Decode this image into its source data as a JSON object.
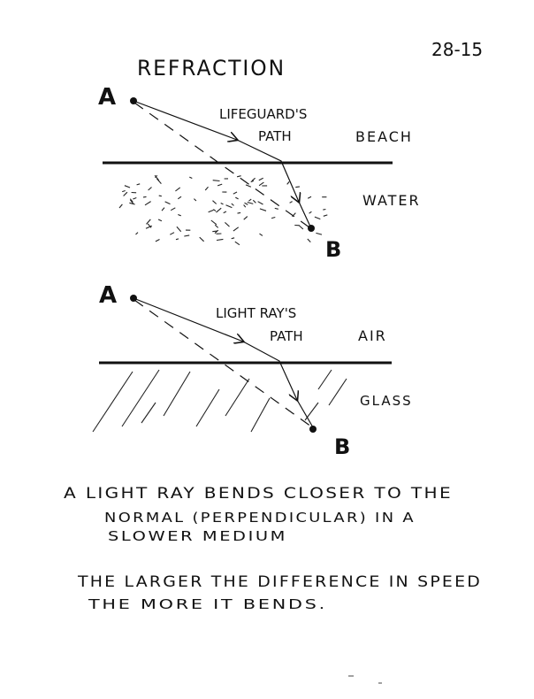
{
  "page_number": "28-15",
  "title": "REFRACTION",
  "diagram1": {
    "point_a": "A",
    "point_b": "B",
    "path_label_line1": "LIFEGUARD'S",
    "path_label_line2": "PATH",
    "upper_medium": "BEACH",
    "lower_medium": "WATER"
  },
  "diagram2": {
    "point_a": "A",
    "point_b": "B",
    "path_label_line1": "LIGHT RAY'S",
    "path_label_line2": "PATH",
    "upper_medium": "AIR",
    "lower_medium": "GLASS"
  },
  "notes": {
    "line1": "A LIGHT RAY  BENDS  CLOSER  TO THE",
    "line2": "NORMAL (PERPENDICULAR)  IN  A",
    "line3": "SLOWER  MEDIUM",
    "line4": "THE  LARGER  THE  DIFFERENCE  IN  SPEED",
    "line5": "THE  MORE  IT  BENDS."
  }
}
